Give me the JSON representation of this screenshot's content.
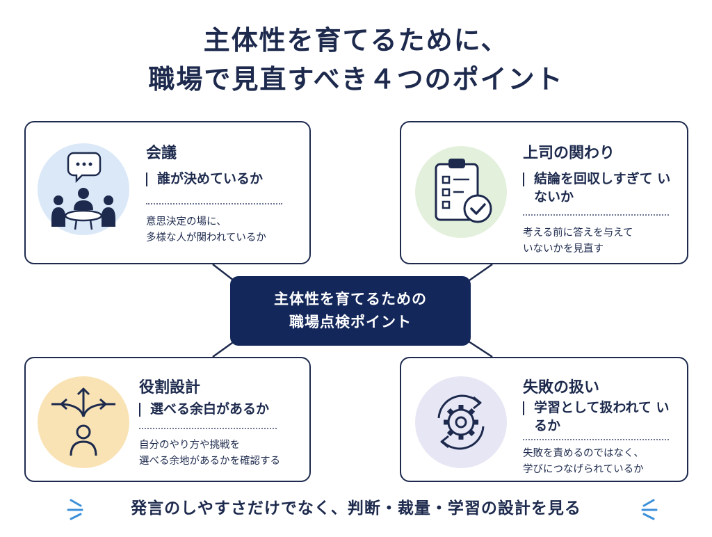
{
  "title": {
    "line1": "主体性を育てるために、",
    "line2": "職場で見直すべき４つのポイント"
  },
  "center": {
    "line1": "主体性を育てるための",
    "line2": "職場点検ポイント"
  },
  "cards": {
    "meeting": {
      "heading": "会議",
      "subhead": "誰が決めているか",
      "desc1": "意思決定の場に、",
      "desc2": "多様な人が関われているか",
      "icon": "meeting-people-icon",
      "circle_color": "#dbe8f7"
    },
    "boss": {
      "heading": "上司の関わり",
      "subhead": "結論を回収しすぎて いないか",
      "desc1": "考える前に答えを与えて",
      "desc2": "いないかを見直す",
      "icon": "clipboard-check-icon",
      "circle_color": "#e3f0dc"
    },
    "role": {
      "heading": "役割設計",
      "subhead": "選べる余白があるか",
      "desc1": "自分のやり方や挑戦を",
      "desc2": "選べる余地があるかを確認する",
      "icon": "person-choice-arrows-icon",
      "circle_color": "#f9e3b5"
    },
    "failure": {
      "heading": "失敗の扱い",
      "subhead": "学習として扱われて いるか",
      "desc1": "失敗を責めるのではなく、",
      "desc2": "学びにつなげられているか",
      "icon": "gear-cycle-icon",
      "circle_color": "#e7e6f4"
    }
  },
  "footer": {
    "text": "発言のしやすさだけでなく、判断・裁量・学習の設計を見る"
  },
  "colors": {
    "navy": "#1d2a4d",
    "center_box": "#13275a",
    "accent_blue": "#3b8fd9"
  }
}
